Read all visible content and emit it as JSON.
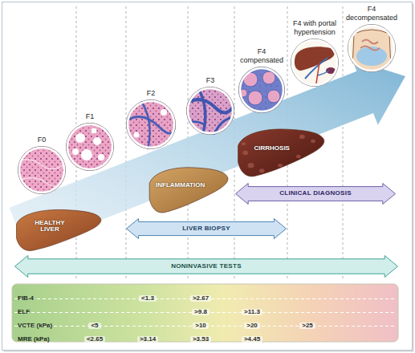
{
  "diagram": {
    "nodes": [
      {
        "text": [
          "F0"
        ]
      },
      {
        "text": [
          "F1"
        ]
      },
      {
        "text": [
          "F2"
        ]
      },
      {
        "text": [
          "F3"
        ]
      },
      {
        "text": [
          "F4 compensated"
        ]
      },
      {
        "text": [
          "F4 with portal hypertension"
        ]
      },
      {
        "text": [
          "F4 decompensated"
        ]
      },
      {
        "text": [
          "HEALTHY LIVER"
        ]
      },
      {
        "text": [
          "INFLAMMATION"
        ]
      },
      {
        "text": [
          "CIRRHOSIS"
        ]
      },
      {
        "text": [
          "CLINICAL DIAGNOSIS"
        ]
      },
      {
        "text": [
          "LIVER BIOPSY"
        ]
      },
      {
        "text": [
          "NONINVASIVE TESTS"
        ]
      }
    ],
    "labels": [
      "FIB-4",
      "<1.3",
      ">2.67",
      "ELF",
      ">9.8",
      ">11.3",
      "VCTE (kPa)",
      "<5",
      ">10",
      ">20",
      ">25",
      "MRE (kPa)",
      "<2.65",
      ">3.14",
      ">3.53",
      ">4.45"
    ]
  }
}
